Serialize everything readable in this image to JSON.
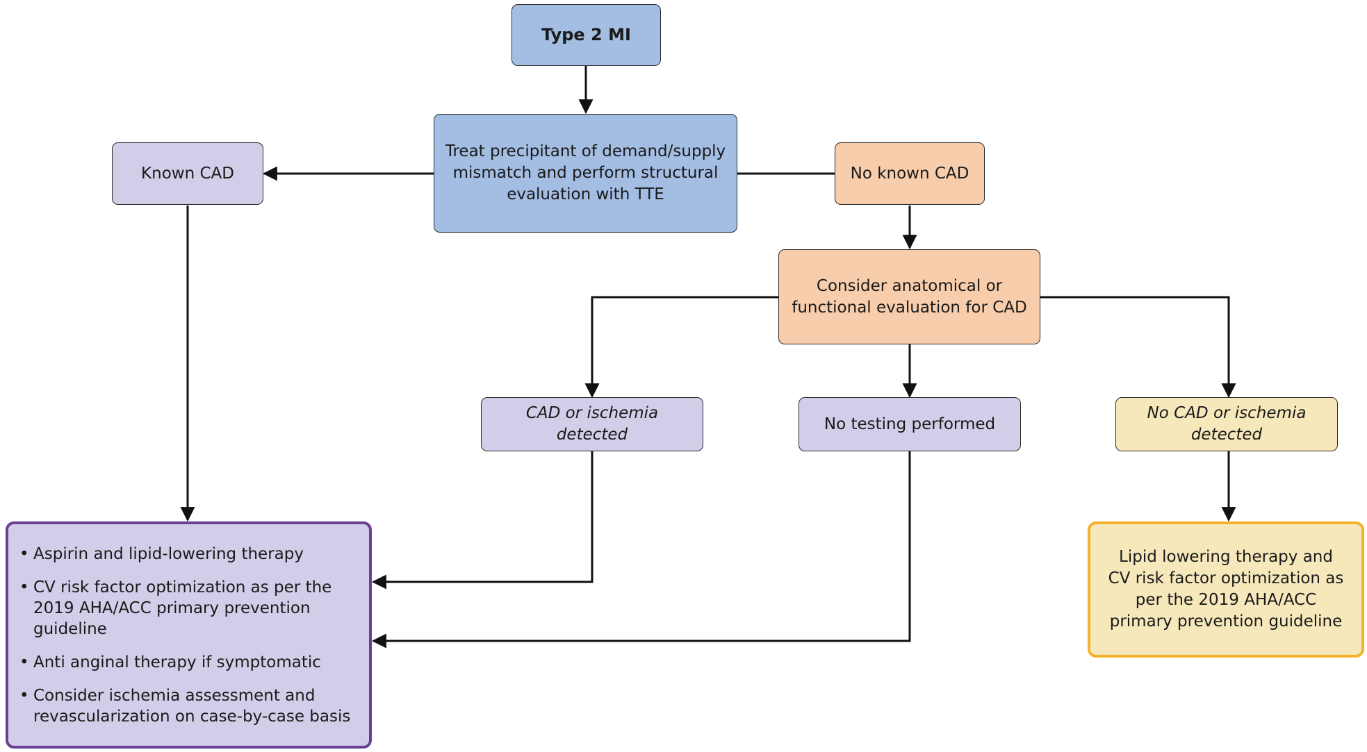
{
  "nodes": {
    "type2mi": "Type 2 MI",
    "treat": "Treat precipitant of demand/supply mismatch and perform structural evaluation with TTE",
    "known_cad": "Known CAD",
    "no_known_cad": "No known CAD",
    "consider_eval": "Consider anatomical or functional evaluation for CAD",
    "cad_detected": "CAD or ischemia detected",
    "no_testing": "No testing performed",
    "no_cad_detected": "No CAD or ischemia detected",
    "cad_management": [
      "Aspirin and lipid-lowering therapy",
      "CV risk factor optimization as per the 2019 AHA/ACC primary prevention guideline",
      "Anti anginal therapy if symptomatic",
      "Consider ischemia assessment and revascularization on case-by-case basis"
    ],
    "no_cad_management": "Lipid  lowering therapy and CV risk factor optimization as per the 2019 AHA/ACC primary prevention guideline"
  },
  "colors": {
    "blue": "#a3bde3",
    "purple": "#d2cde8",
    "orange": "#f7cdac",
    "yellow": "#f6e8bb",
    "purple_border": "#6a3f93",
    "yellow_border": "#f2b32a"
  }
}
